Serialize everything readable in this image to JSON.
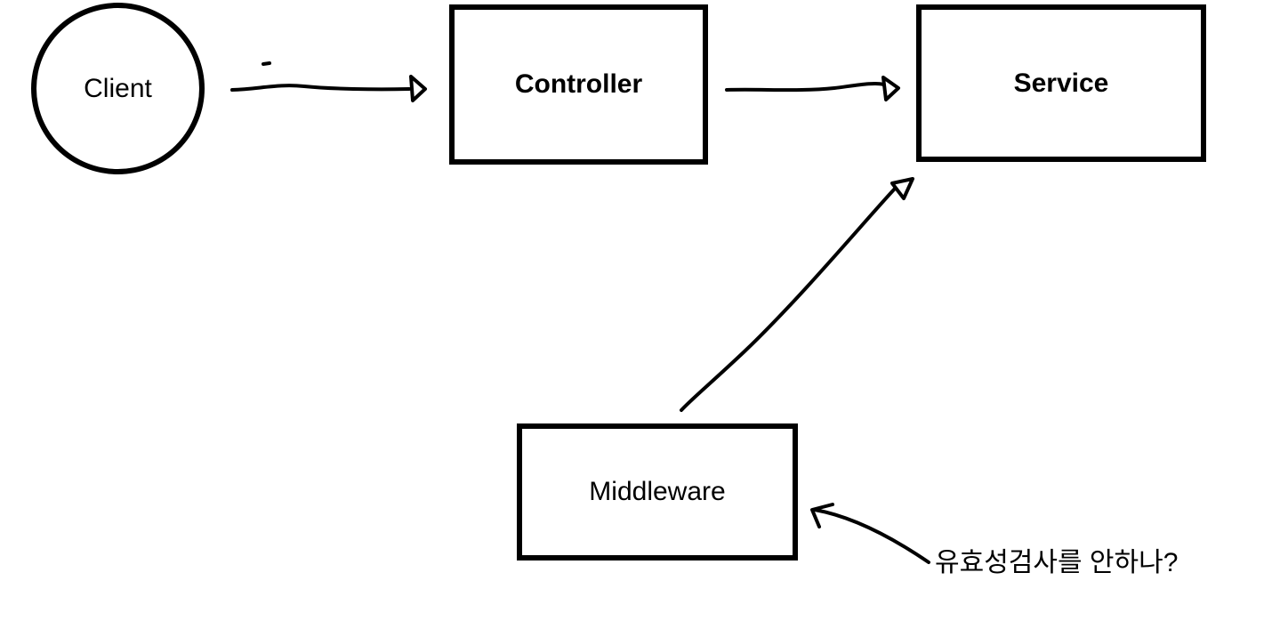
{
  "colors": {
    "ink": "#000000",
    "background": "#ffffff"
  },
  "diagram": {
    "nodes": {
      "client": {
        "label": "Client",
        "shape": "circle"
      },
      "controller": {
        "label": "Controller",
        "shape": "rect"
      },
      "service": {
        "label": "Service",
        "shape": "rect"
      },
      "middleware": {
        "label": "Middleware",
        "shape": "rect"
      }
    },
    "edges": [
      {
        "from": "client",
        "to": "controller"
      },
      {
        "from": "controller",
        "to": "service"
      },
      {
        "from": "middleware",
        "to": "service"
      },
      {
        "from": "annotation",
        "to": "middleware"
      }
    ],
    "annotation": {
      "text": "유효성검사를 안하나?"
    }
  }
}
